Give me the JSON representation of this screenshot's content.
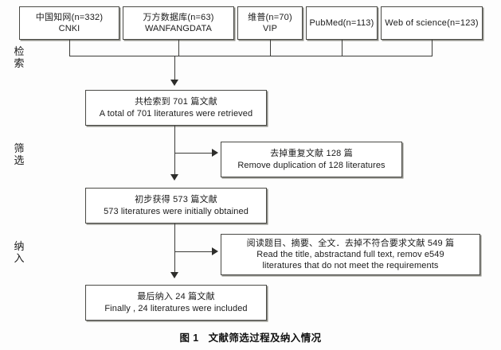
{
  "figure": {
    "caption_label": "图 1",
    "caption_text": "文献筛选过程及纳入情况"
  },
  "stages": [
    {
      "name": "retrieval",
      "chars": [
        "检",
        "索"
      ]
    },
    {
      "name": "screening",
      "chars": [
        "筛",
        "选"
      ]
    },
    {
      "name": "inclusion",
      "chars": [
        "纳",
        "入"
      ]
    }
  ],
  "sources": [
    {
      "cn": "中国知网(n=332)",
      "en": "CNKI",
      "n": 332
    },
    {
      "cn": "万方数据库(n=63)",
      "en": "WANFANGDATA",
      "n": 63
    },
    {
      "cn": "维普(n=70)",
      "en": "VIP",
      "n": 70
    },
    {
      "cn": "PubMed(n=113)",
      "en": "",
      "n": 113
    },
    {
      "cn": "Web of science(n=123)",
      "en": "",
      "n": 123
    }
  ],
  "steps": {
    "retrieved": {
      "cn": "共检索到 701 篇文献",
      "en": "A total of 701 literatures were retrieved",
      "count": 701
    },
    "duplicates_removed": {
      "cn": "去掉重复文献 128 篇",
      "en": "Remove duplication of 128 literatures",
      "count": 128
    },
    "initially_obtained": {
      "cn": "初步获得 573 篇文献",
      "en": "573 literatures were initially obtained",
      "count": 573
    },
    "excluded_after_review": {
      "cn": "阅读题目、摘要、全文．去掉不符合要求文献 549 篇",
      "en_line1": "Read the title, abstractand full text, remov e549",
      "en_line2": "literatures that do not meet the requirements",
      "count": 549
    },
    "included": {
      "cn": "最后纳入 24 篇文献",
      "en": "Finally , 24 literatures were included",
      "count": 24
    }
  },
  "colors": {
    "box_border": "#4a4a46",
    "box_shadow": "#8e8e88",
    "line": "#3b3b38",
    "text": "#1a1a1a",
    "background": "#fdfdfd"
  }
}
